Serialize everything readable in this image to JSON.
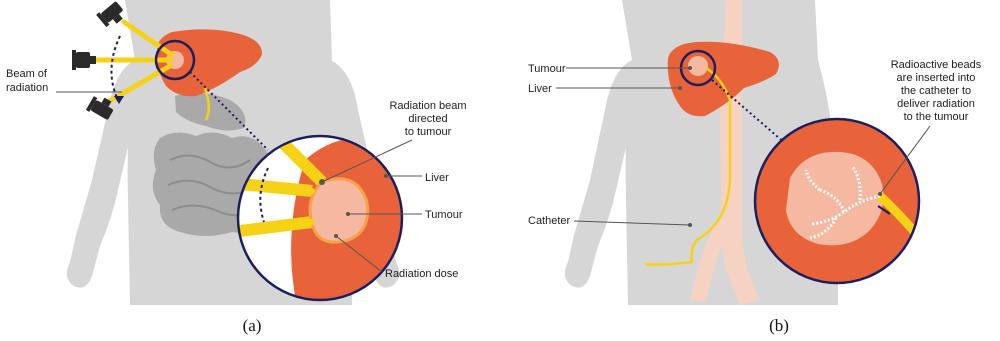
{
  "colors": {
    "body": "#d6d6d6",
    "organ_gray": "#a9a9a9",
    "liver": "#e9633a",
    "liver_light": "#f08a5f",
    "tumour": "#f5b8a0",
    "beam": "#f7d116",
    "ring": "#1c1f5e",
    "vessel": "#f6d2c2",
    "text": "#1e1e1e"
  },
  "panel_a": {
    "caption": "(a)",
    "labels": {
      "beam": [
        "Beam of",
        "radiation"
      ],
      "beam_directed": [
        "Radiation beam",
        "directed",
        "to tumour"
      ],
      "liver": "Liver",
      "tumour": "Tumour",
      "dose": "Radiation dose"
    },
    "icons": [
      "radiation-source-icon",
      "radiation-source-icon",
      "radiation-source-icon"
    ]
  },
  "panel_b": {
    "caption": "(b)",
    "labels": {
      "tumour": "Tumour",
      "liver": "Liver",
      "catheter": "Catheter",
      "beads": [
        "Radioactive beads",
        "are inserted into",
        "the catheter to",
        "deliver radiation",
        "to the tumour"
      ]
    }
  }
}
